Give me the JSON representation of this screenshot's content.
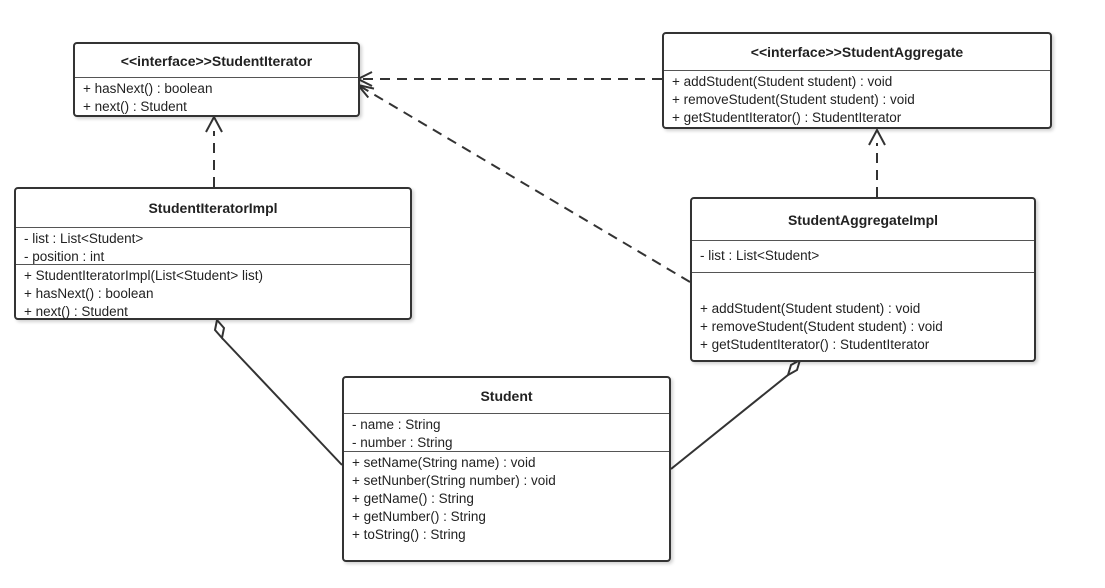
{
  "diagram": {
    "classes": [
      {
        "id": "student-iterator",
        "title": "<<interface>>StudentIterator",
        "attributes": [],
        "methods": [
          "+ hasNext()   : boolean",
          "+ next() : Student"
        ]
      },
      {
        "id": "student-aggregate",
        "title": "<<interface>>StudentAggregate",
        "attributes": [],
        "methods": [
          "+ addStudent(Student student) : void",
          "+ removeStudent(Student student) : void",
          "+ getStudentIterator() : StudentIterator"
        ]
      },
      {
        "id": "student-iterator-impl",
        "title": "StudentIteratorImpl",
        "attributes": [
          "- list : List<Student>",
          "- position : int"
        ],
        "methods": [
          "+ StudentIteratorImpl(List<Student> list)",
          "+ hasNext()   : boolean",
          "+ next() : Student"
        ]
      },
      {
        "id": "student-aggregate-impl",
        "title": "StudentAggregateImpl",
        "attributes": [
          "- list : List<Student>"
        ],
        "methods": [
          "+ addStudent(Student student) : void",
          "+ removeStudent(Student student) : void",
          "+ getStudentIterator() : StudentIterator"
        ]
      },
      {
        "id": "student",
        "title": "Student",
        "attributes": [
          "- name : String",
          "- number : String"
        ],
        "methods": [
          "+ setName(String name) : void",
          "+ setNunber(String number) : void",
          "+ getName() : String",
          "+ getNumber() : String",
          "+ toString() : String"
        ]
      }
    ],
    "relations": [
      {
        "type": "realization",
        "from": "student-iterator-impl",
        "to": "student-iterator"
      },
      {
        "type": "realization",
        "from": "student-aggregate-impl",
        "to": "student-aggregate"
      },
      {
        "type": "dependency",
        "from": "student-aggregate",
        "to": "student-iterator"
      },
      {
        "type": "dependency",
        "from": "student-aggregate-impl",
        "to": "student-iterator"
      },
      {
        "type": "aggregation",
        "from": "student-iterator-impl",
        "to": "student"
      },
      {
        "type": "aggregation",
        "from": "student-aggregate-impl",
        "to": "student"
      }
    ],
    "colors": {
      "line": "#333333",
      "box_border": "#333333",
      "text": "#222222",
      "background": "#ffffff"
    }
  }
}
